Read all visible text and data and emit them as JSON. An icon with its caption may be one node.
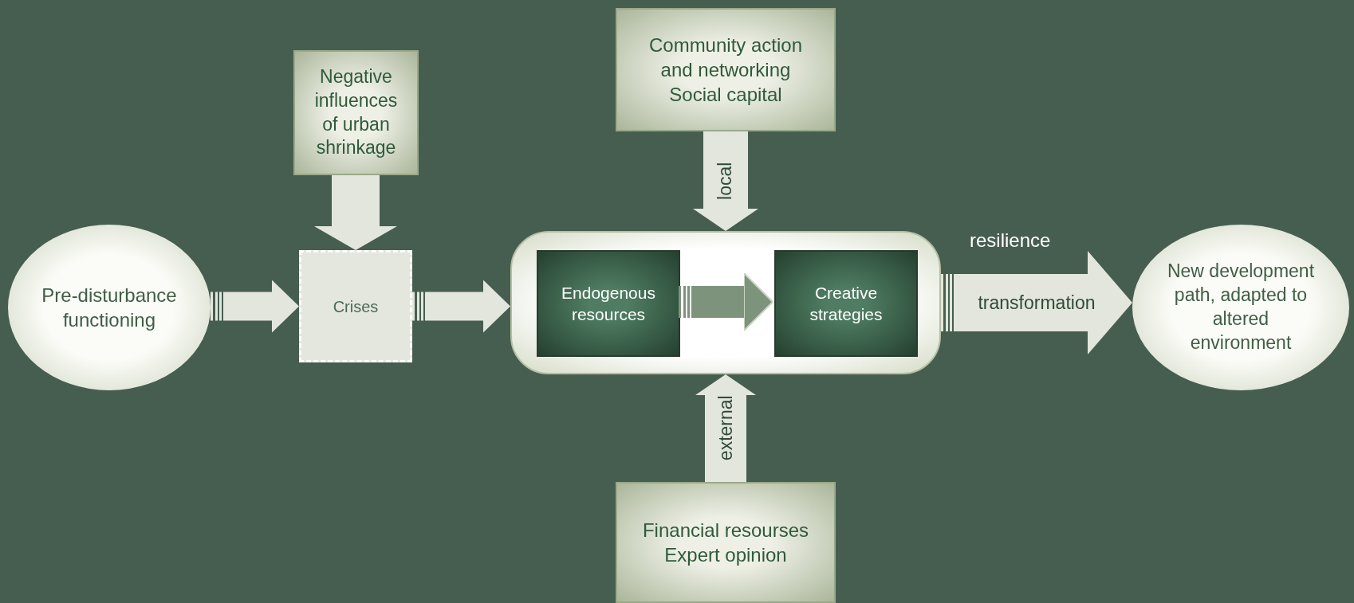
{
  "diagram": {
    "nodes": [
      {
        "text": [
          "Pre-disturbance functioning"
        ]
      },
      {
        "text": [
          "Negative influences of urban shrinkage"
        ]
      },
      {
        "text": [
          "Crises"
        ]
      },
      {
        "text": [],
        "shape": "box"
      },
      {
        "text": [
          "Endogenous resources"
        ],
        "in": 3
      },
      {
        "text": [
          "Creative strategies"
        ],
        "in": 3
      },
      {
        "text": [
          "Community action and networking Social capital"
        ]
      },
      {
        "text": [
          "Financial resourses Expert opinion"
        ]
      },
      {
        "text": [
          "New development path, adapted to altered environment"
        ]
      }
    ],
    "edges": [
      {
        "from": 0,
        "to": 2,
        "arrow": "to"
      },
      {
        "from": 1,
        "to": 2,
        "arrow": "to"
      },
      {
        "from": 2,
        "to": 3,
        "arrow": "to"
      },
      {
        "from": 4,
        "to": 5,
        "arrow": "to",
        "color": "#7d937c"
      },
      {
        "from": 6,
        "to": 3,
        "arrow": "to",
        "label": "local"
      },
      {
        "from": 7,
        "to": 3,
        "arrow": "to",
        "label": "external"
      },
      {
        "from": 3,
        "to": 8,
        "arrow": "to",
        "label": "transformation"
      }
    ],
    "labels": [
      "resilience"
    ]
  }
}
